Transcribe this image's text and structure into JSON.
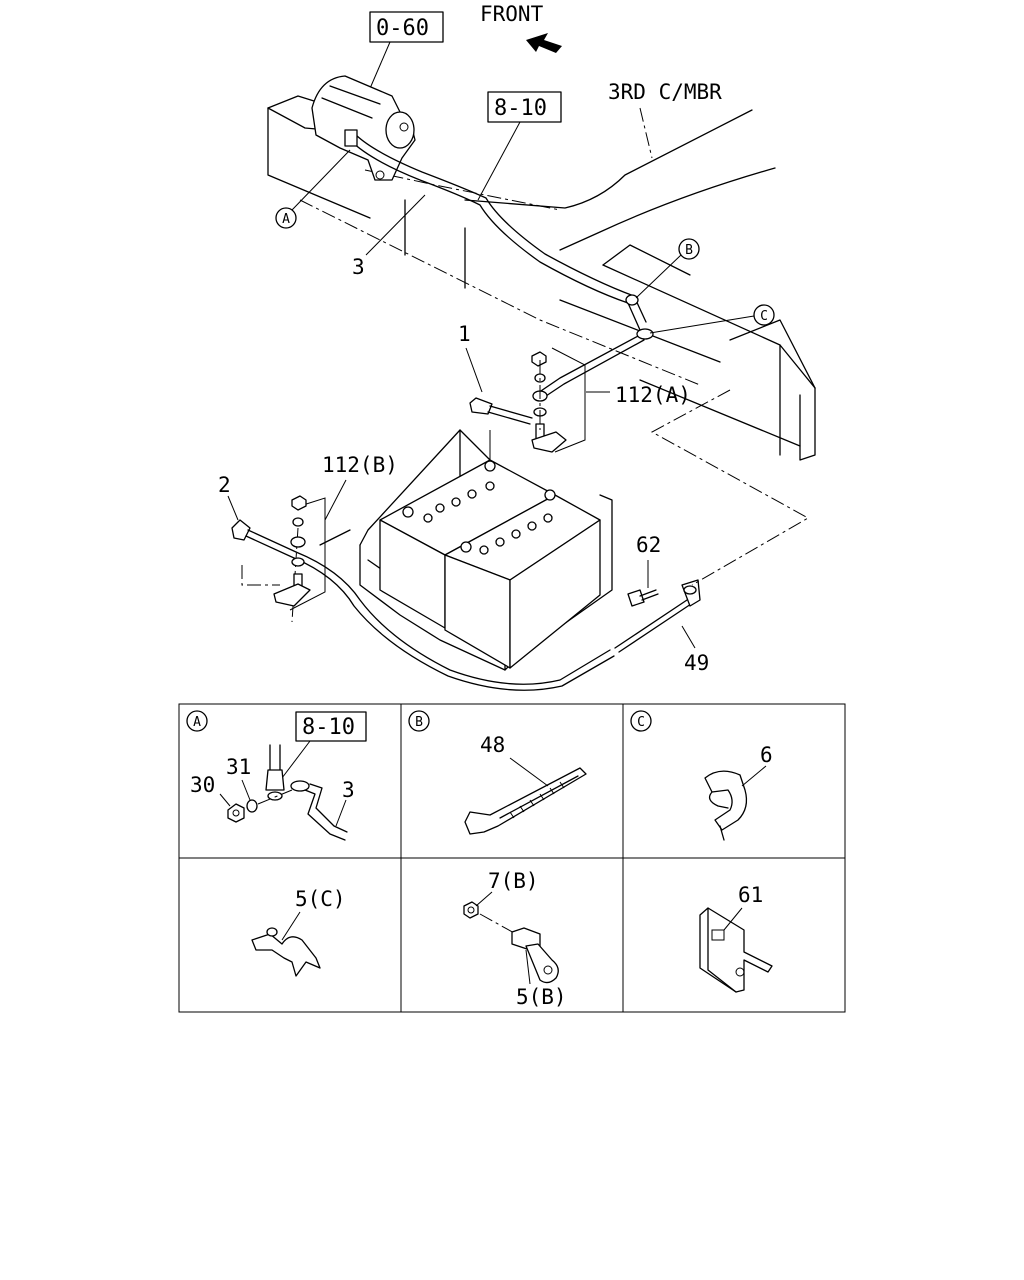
{
  "top_diagram": {
    "front_label": "FRONT",
    "crossmember_label": "3RD C/MBR",
    "ref_boxes": {
      "starter": "0-60",
      "harness": "8-10"
    },
    "detail_callouts": {
      "a": "A",
      "b": "B",
      "c": "C"
    },
    "part_labels": {
      "battery_cable_front": "3",
      "battery_cable_pos": "1",
      "fastener_set_a": "112(A)",
      "fastener_set_b": "112(B)",
      "ground_cable": "2",
      "bolt": "62",
      "battery_stay": "49"
    }
  },
  "detail_panels": {
    "a": {
      "letter": "A",
      "ref_box": "8-10",
      "nut": "30",
      "washer": "31",
      "cable": "3"
    },
    "b": {
      "letter": "B",
      "tie": "48"
    },
    "c": {
      "letter": "C",
      "clip": "6"
    },
    "clamp": {
      "label": "5(C)"
    },
    "bracket_clamp": {
      "nut": "7(B)",
      "bracket": "5(B)"
    },
    "bracket": {
      "label": "61"
    }
  }
}
